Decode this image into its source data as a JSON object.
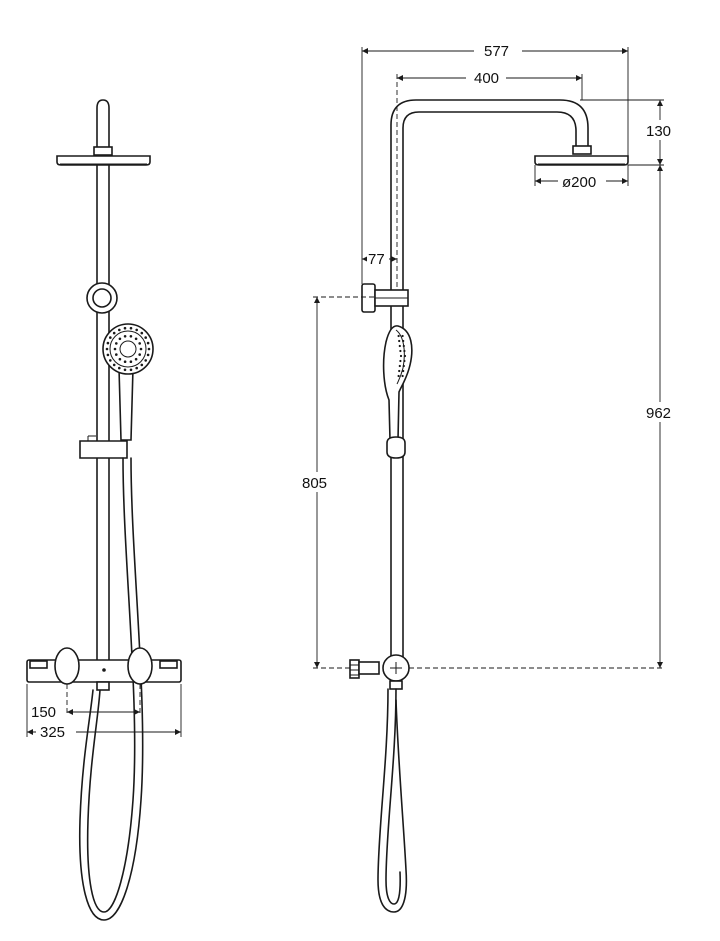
{
  "dimensions": {
    "overall_projection": "577",
    "arm_projection": "400",
    "head_height": "130",
    "head_diameter": "ø200",
    "wall_offset": "77",
    "bracket_to_inlet": "805",
    "total_height": "962",
    "inlet_spacing": "150",
    "mixer_width": "325"
  },
  "colors": {
    "line": "#1a1a1a",
    "background": "#ffffff"
  }
}
